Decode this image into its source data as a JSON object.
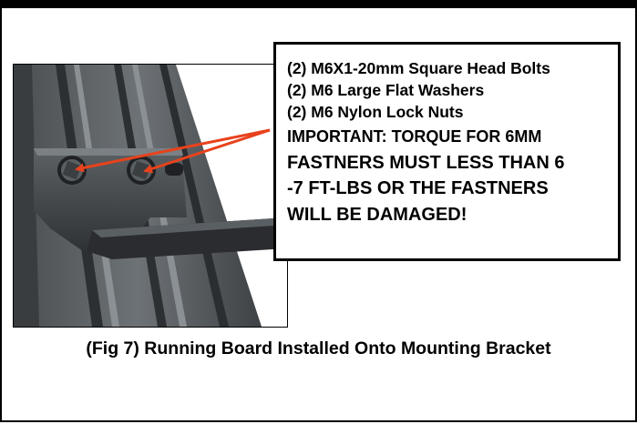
{
  "figure": {
    "caption": "(Fig 7) Running Board Installed Onto Mounting Bracket"
  },
  "callout": {
    "parts": [
      "(2) M6X1-20mm Square Head Bolts",
      "(2) M6 Large Flat Washers",
      "(2) M6 Nylon Lock Nuts"
    ],
    "warning_lines": [
      "IMPORTANT: TORQUE FOR 6MM",
      "FASTNERS MUST LESS THAN 6",
      "-7 FT-LBS OR THE FASTNERS",
      "WILL BE DAMAGED!"
    ]
  },
  "colors": {
    "arrow": "#e8421c",
    "metal_dark": "#3c3f42",
    "metal_mid": "#6b7075",
    "metal_light": "#9aa0a4",
    "border": "#000000"
  },
  "icons": {
    "bolt": "bolt-head-icon"
  }
}
